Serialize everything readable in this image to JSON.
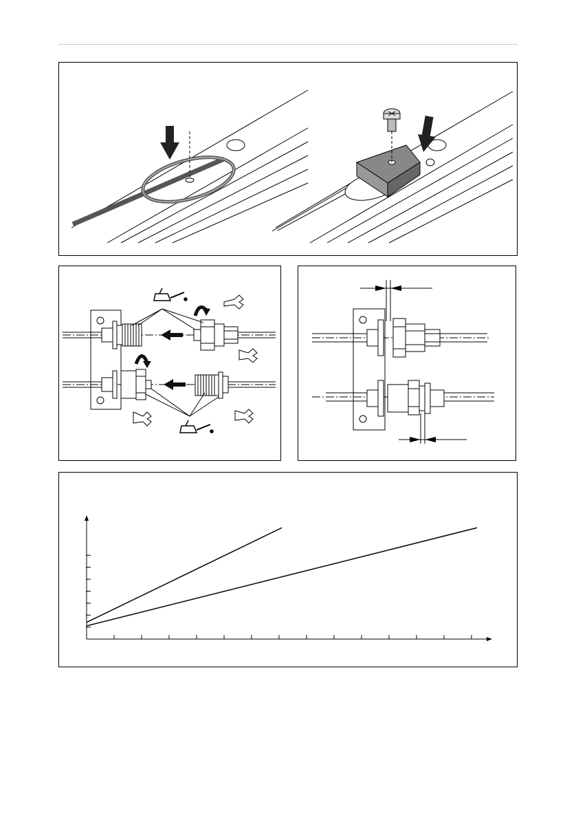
{
  "page": {
    "header_rule": true
  },
  "figures": [
    {
      "id": "cable-clip-install",
      "icons": [
        "arrow-down-icon",
        "loop-cable-icon",
        "screw-icon",
        "clamp-bracket-icon"
      ]
    },
    {
      "id": "fitting-assembly",
      "icons": [
        "oil-can-icon",
        "wrench-icon",
        "rotate-arrow-icon",
        "push-arrow-icon"
      ]
    },
    {
      "id": "fitting-clearance",
      "icons": [
        "dimension-arrow-icon",
        "hex-nut-icon"
      ]
    },
    {
      "id": "linear-graph",
      "icons": [
        "y-axis-arrow-icon",
        "x-axis-arrow-icon"
      ]
    }
  ],
  "chart_data": {
    "type": "line",
    "title": "",
    "xlabel": "",
    "ylabel": "",
    "x_ticks": 14,
    "y_ticks": 7,
    "xlim": [
      0,
      14
    ],
    "ylim": [
      0,
      7
    ],
    "grid": false,
    "series": [
      {
        "x": [
          0,
          7.1
        ],
        "y": [
          1.4,
          9.3
        ]
      },
      {
        "x": [
          0,
          14.2
        ],
        "y": [
          1.1,
          9.3
        ]
      }
    ]
  }
}
